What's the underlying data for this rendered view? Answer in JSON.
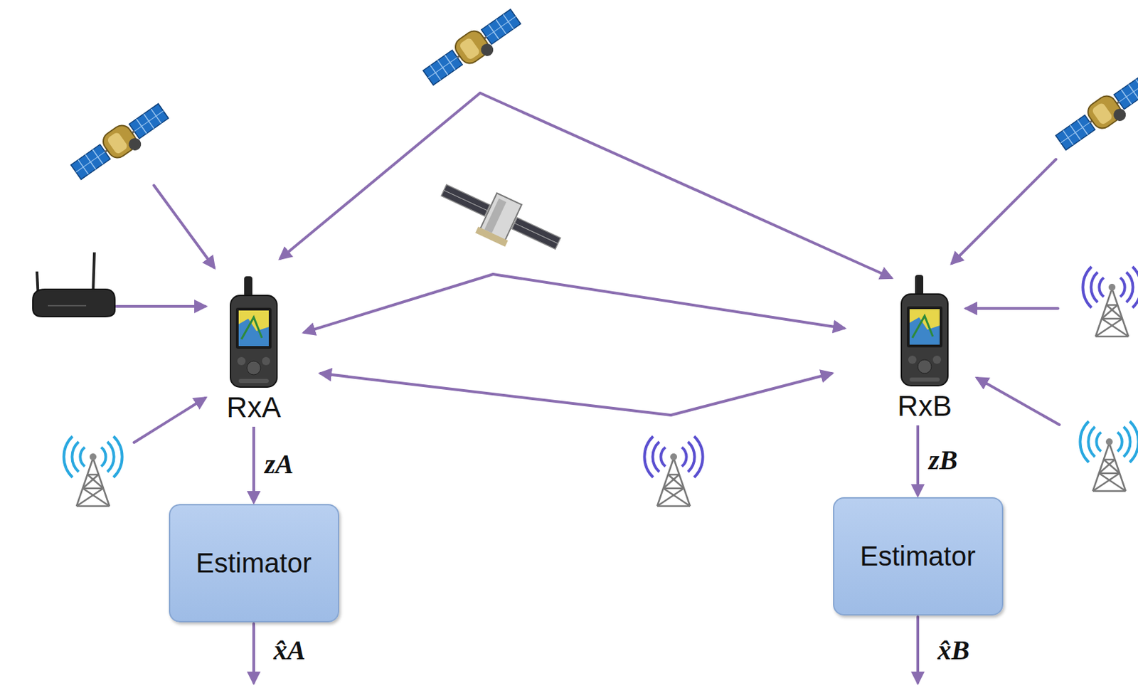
{
  "diagram": {
    "nodes": [
      {
        "text": [
          "RxA"
        ]
      },
      {
        "text": [
          "Estimator"
        ]
      },
      {
        "text": [
          "RxB"
        ]
      },
      {
        "text": [
          "Estimator"
        ]
      }
    ],
    "edges": [
      {
        "from": 0,
        "to": 1,
        "label": "zA",
        "arrow": "to"
      },
      {
        "from": 2,
        "to": 3,
        "label": "zB",
        "arrow": "to"
      }
    ],
    "labels": [
      "x̂A",
      "x̂B"
    ]
  }
}
